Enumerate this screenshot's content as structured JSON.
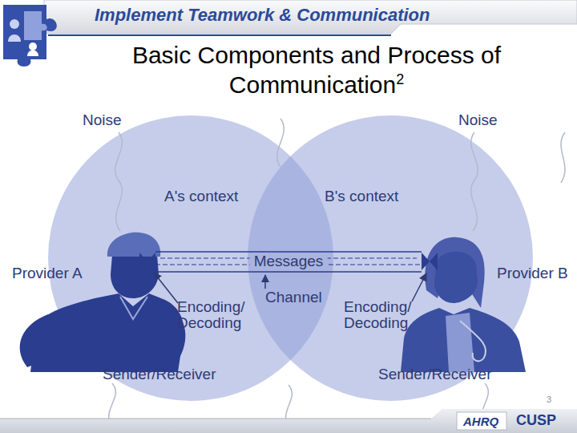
{
  "diagram": {
    "title": "Basic Components and Process of Communication",
    "nodes": [
      {
        "text": [
          "A's context"
        ]
      },
      {
        "text": [
          "B's context"
        ]
      },
      {
        "text": [
          "Provider A",
          "Sender/Receiver"
        ]
      },
      {
        "text": [
          "Provider B",
          "Sender/Receiver"
        ]
      }
    ],
    "edges": [
      {
        "from": 2,
        "to": 3,
        "label": "Messages",
        "arrow": "none"
      }
    ],
    "labels": [
      "Implement Teamwork & Communication",
      "2",
      "Noise",
      "Noise",
      "Channel",
      "Encoding/ Decoding",
      "Encoding/ Decoding",
      "3",
      "AHRQ",
      "CUSP"
    ]
  }
}
